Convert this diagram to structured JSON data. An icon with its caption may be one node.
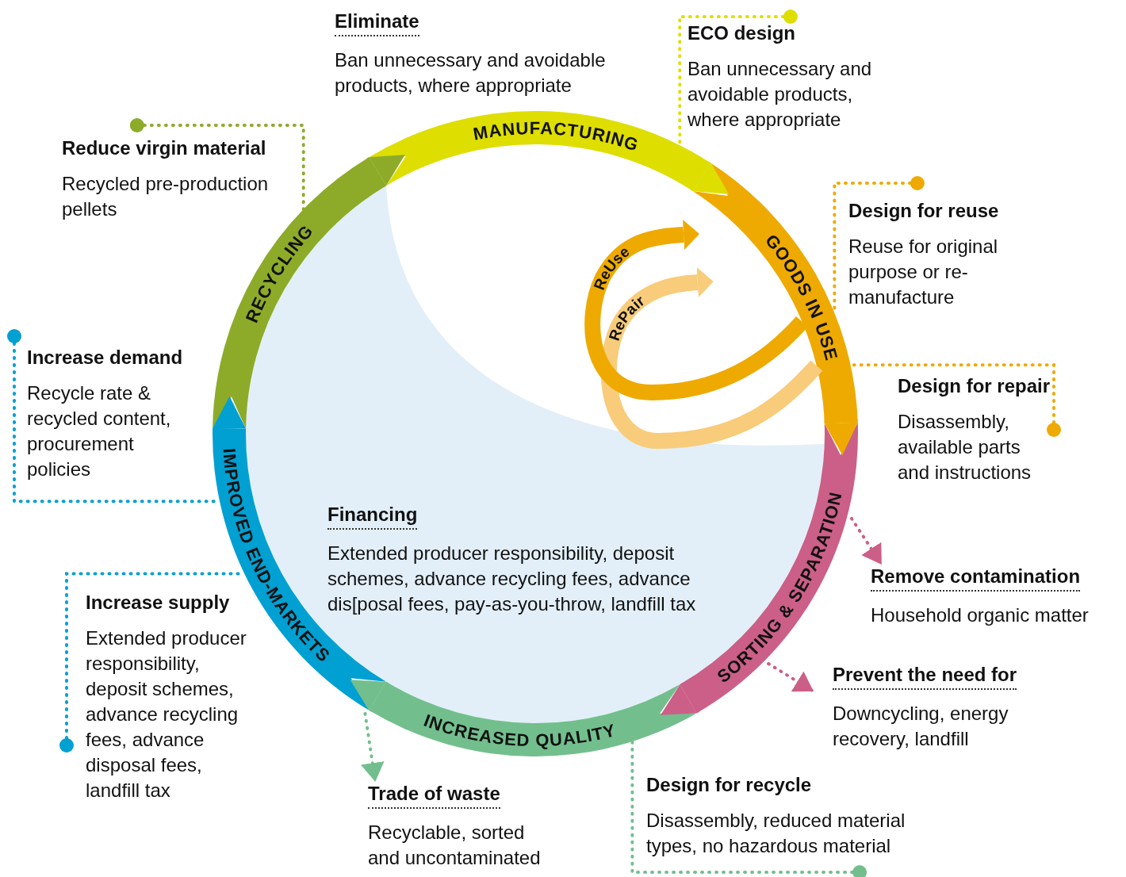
{
  "diagram": {
    "nodes": [
      {
        "text": [
          "MANUFACTURING"
        ]
      },
      {
        "text": [
          "GOODS IN USE"
        ]
      },
      {
        "text": [
          "SORTING & SEPARATION"
        ]
      },
      {
        "text": [
          "INCREASED QUALITY"
        ]
      },
      {
        "text": [
          "IMPROVED END-MARKETS"
        ]
      },
      {
        "text": [
          "RECYCLING"
        ]
      },
      {
        "text": [
          "Reduce virgin material",
          "Recycled pre-production pellets"
        ]
      },
      {
        "text": [
          "ECO design",
          "Ban unnecessary and avoidable products, where appropriate"
        ]
      },
      {
        "text": [
          "Design for reuse",
          "Reuse for original purpose or re-manufacture"
        ]
      },
      {
        "text": [
          "Design for repair",
          "Disassembly, available parts and instructions"
        ]
      },
      {
        "text": [
          "Increase demand",
          "Recycle rate & recycled content, procurement policies"
        ]
      },
      {
        "text": [
          "Remove contamination",
          "Household organic matter"
        ]
      },
      {
        "text": [
          "Increase supply",
          "Extended producer responsibility, deposit schemes, advance recycling fees, advance disposal fees, landfill tax"
        ]
      },
      {
        "text": [
          "Prevent the need for",
          "Downcycling, energy recovery, landfill"
        ]
      },
      {
        "text": [
          "Trade of waste",
          "Recyclable, sorted and uncontaminated"
        ]
      },
      {
        "text": [
          "Design for recycle",
          "Disassembly, reduced material types, no hazardous material"
        ]
      }
    ],
    "edges": [
      {
        "from": 6,
        "to": 5,
        "arrow": "other",
        "style": "dashed",
        "color": "#8dab29"
      },
      {
        "from": 7,
        "to": 0,
        "arrow": "other",
        "style": "dashed",
        "color": "#dede00"
      },
      {
        "from": 8,
        "to": 1,
        "arrow": "other",
        "style": "dashed",
        "color": "#eeaa00"
      },
      {
        "from": 9,
        "to": 1,
        "arrow": "other",
        "style": "dashed",
        "color": "#eeaa00"
      },
      {
        "from": 10,
        "to": 4,
        "arrow": "other",
        "style": "dashed",
        "color": "#00a0d2"
      },
      {
        "from": 12,
        "to": 4,
        "arrow": "other",
        "style": "dashed",
        "color": "#00a0d2"
      },
      {
        "from": 15,
        "to": 3,
        "arrow": "other",
        "style": "dashed",
        "color": "#72bf8d"
      },
      {
        "from": 1,
        "to": 1,
        "arrow": "to",
        "label": "RePair",
        "style": "thick",
        "color": "#f8cc7a"
      },
      {
        "from": 1,
        "to": 1,
        "arrow": "to",
        "label": "ReUse",
        "style": "thick",
        "color": "#eeaa00"
      },
      {
        "from": 2,
        "to": 11,
        "arrow": "to",
        "style": "dashed",
        "color": "#cc5f87"
      },
      {
        "from": 2,
        "to": 13,
        "arrow": "to",
        "style": "dashed",
        "color": "#cc5f87"
      },
      {
        "from": 3,
        "to": 14,
        "arrow": "to",
        "style": "dashed",
        "color": "#72bf8d"
      },
      {
        "from": 0,
        "to": 1,
        "arrow": "to",
        "style": "thick",
        "color": "#dede00"
      },
      {
        "from": 1,
        "to": 2,
        "arrow": "to",
        "style": "thick",
        "color": "#eeaa00"
      },
      {
        "from": 2,
        "to": 3,
        "arrow": "to",
        "style": "thick",
        "color": "#cc5f87"
      },
      {
        "from": 3,
        "to": 4,
        "arrow": "to",
        "style": "thick",
        "color": "#72bf8d"
      },
      {
        "from": 4,
        "to": 5,
        "arrow": "to",
        "style": "thick",
        "color": "#00a0d2"
      },
      {
        "from": 5,
        "to": 0,
        "arrow": "to",
        "style": "thick",
        "color": "#8dab29"
      }
    ],
    "labels": [
      "Eliminate",
      "Ban unnecessary and avoidable products, where appropriate",
      "Financing",
      "Extended producer responsibility, deposit schemes, advance recycling fees, advance dis[posal fees, pay-as-you-throw, landfill tax"
    ]
  }
}
